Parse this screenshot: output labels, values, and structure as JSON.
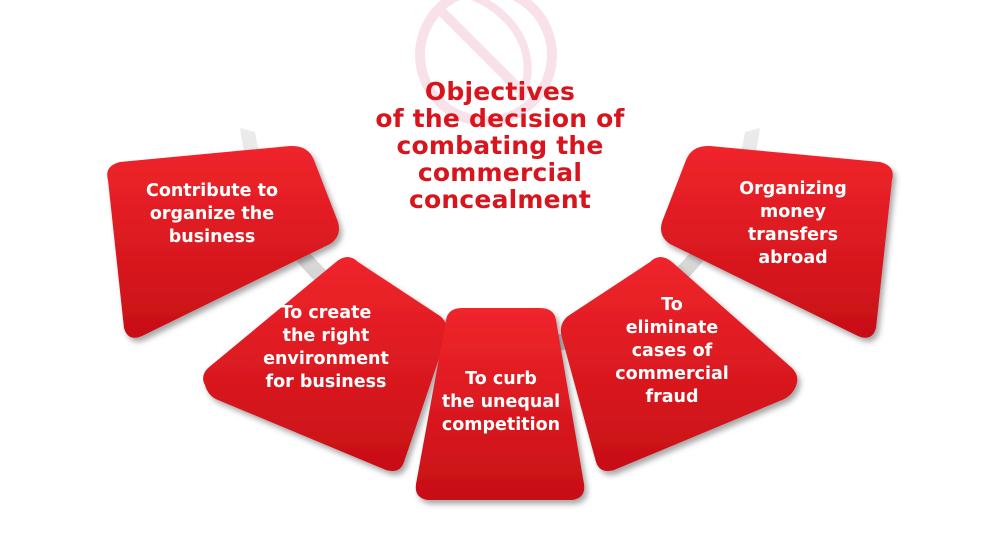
{
  "title": {
    "lines": [
      "Objectives",
      "of the decision of",
      "combating the",
      "commercial",
      "concealment"
    ]
  },
  "segments": [
    {
      "lines": [
        "Contribute to",
        "organize the",
        "business"
      ]
    },
    {
      "lines": [
        "To create",
        "the right",
        "environment",
        "for business"
      ]
    },
    {
      "lines": [
        "To curb",
        "the unequal",
        "competition"
      ]
    },
    {
      "lines": [
        "To",
        "eliminate",
        "cases of",
        "commercial",
        "fraud"
      ]
    },
    {
      "lines": [
        "Organizing",
        "money",
        "transfers",
        "abroad"
      ]
    }
  ],
  "colors": {
    "segment": "#e2151d",
    "segment_dark": "#b80d14",
    "title": "#d8141c",
    "shadow_ring": "#d9d9d9",
    "watermark": "#f4c9d6"
  },
  "icons": [
    "watermark-logo-icon"
  ]
}
